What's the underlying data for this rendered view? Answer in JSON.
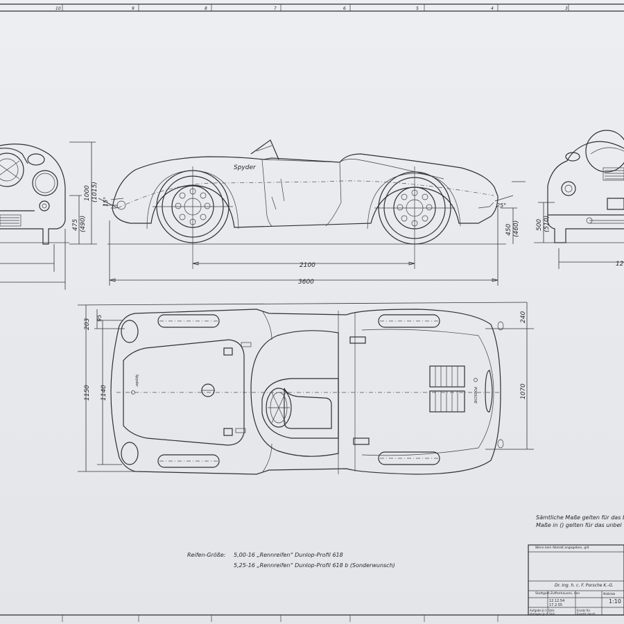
{
  "border": {
    "zone_numbers": [
      "10",
      "9",
      "8",
      "7",
      "6",
      "5",
      "4",
      "3"
    ]
  },
  "dimensions": {
    "front_height": "1000",
    "front_height_alt": "(1015)",
    "front_axle_height": "475",
    "front_axle_height_alt": "(490)",
    "front_angle": "15°",
    "rear_angle": "25°",
    "rear_axle_height": "450",
    "rear_axle_height_alt": "(460)",
    "rear_view_height": "500",
    "rear_view_height_alt": "(510)",
    "wheelbase": "2100",
    "overall_length": "3600",
    "rear_track_partial": "12",
    "top_front_offset": "203",
    "top_front_small": "95",
    "top_front_width": "1150",
    "top_front_track": "1140",
    "top_rear_offset": "240",
    "top_rear_track": "1070"
  },
  "side_script": "Spyder",
  "notes": {
    "measure_line1": "Sämtliche Maße gelten für das b",
    "measure_line2": "Maße in () gelten für das unbel",
    "tyre_label": "Reifen-Größe:",
    "tyre_line1": "5,00-16 „Rennreifen“  Dunlop-Profil 618",
    "tyre_line2": "5,25-16 „Rennreifen“  Dunlop-Profil 618 b  (Sonderwunsch)"
  },
  "title_block": {
    "header": "Wenn kein Abmaß angegeben, gilt",
    "company": "Dr. Ing. h. c. F. Porsche K.-G.",
    "city": "Stuttgart-Zuffenhausen, den",
    "date1": "12.12.54",
    "date2": "17.2.55",
    "row1": "Aufgabe  Jn t. Stck",
    "row2": "Vorlagen  Jn t. Stck",
    "replace1": "Ersatz für",
    "replace2": "Ersetzt durch",
    "scale_label": "Maßstab",
    "scale": "1:10"
  }
}
